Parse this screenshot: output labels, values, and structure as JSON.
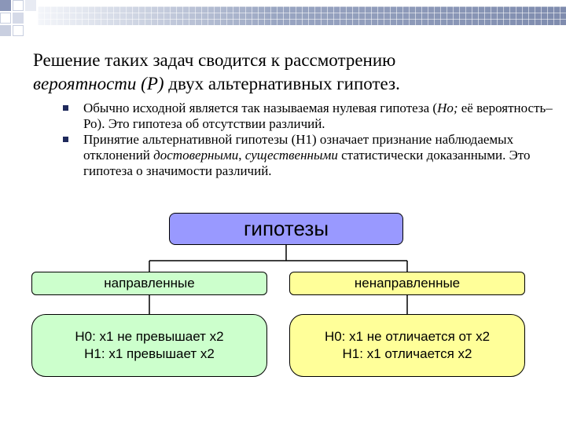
{
  "title": {
    "line1": "Решение таких задач сводится к рассмотрению",
    "line2_italic": "вероятности (Р)",
    "line2_rest": " двух альтернативных гипотез."
  },
  "bullets": [
    {
      "parts": [
        {
          "t": "Обычно исходной является так называемая нулевая гипотеза (",
          "i": false
        },
        {
          "t": "Но;",
          "i": true
        },
        {
          "t": " её вероятность–Ро). Это гипотеза об отсутствии различий.",
          "i": false
        }
      ]
    },
    {
      "parts": [
        {
          "t": "Принятие альтернативной гипотезы (Н1) означает признание наблюдаемых отклонений ",
          "i": false
        },
        {
          "t": "достоверными",
          "i": true
        },
        {
          "t": ", ",
          "i": false
        },
        {
          "t": "существенными",
          "i": true
        },
        {
          "t": " статистически доказанными. Это гипотеза о значимости различий.",
          "i": false
        }
      ]
    }
  ],
  "diagram": {
    "root": "гипотезы",
    "left_label": "направленные",
    "right_label": "ненаправленные",
    "left_h0": "Н0: х1 не превышает х2",
    "left_h1": "Н1: х1 превышает х2",
    "right_h0": "Н0: х1 не отличается от х2",
    "right_h1": "Н1: х1 отличается х2"
  },
  "colors": {
    "root_fill": "#9999ff",
    "left_fill": "#ccffcc",
    "right_fill": "#ffff99",
    "bullet": "#1f2a5c"
  }
}
